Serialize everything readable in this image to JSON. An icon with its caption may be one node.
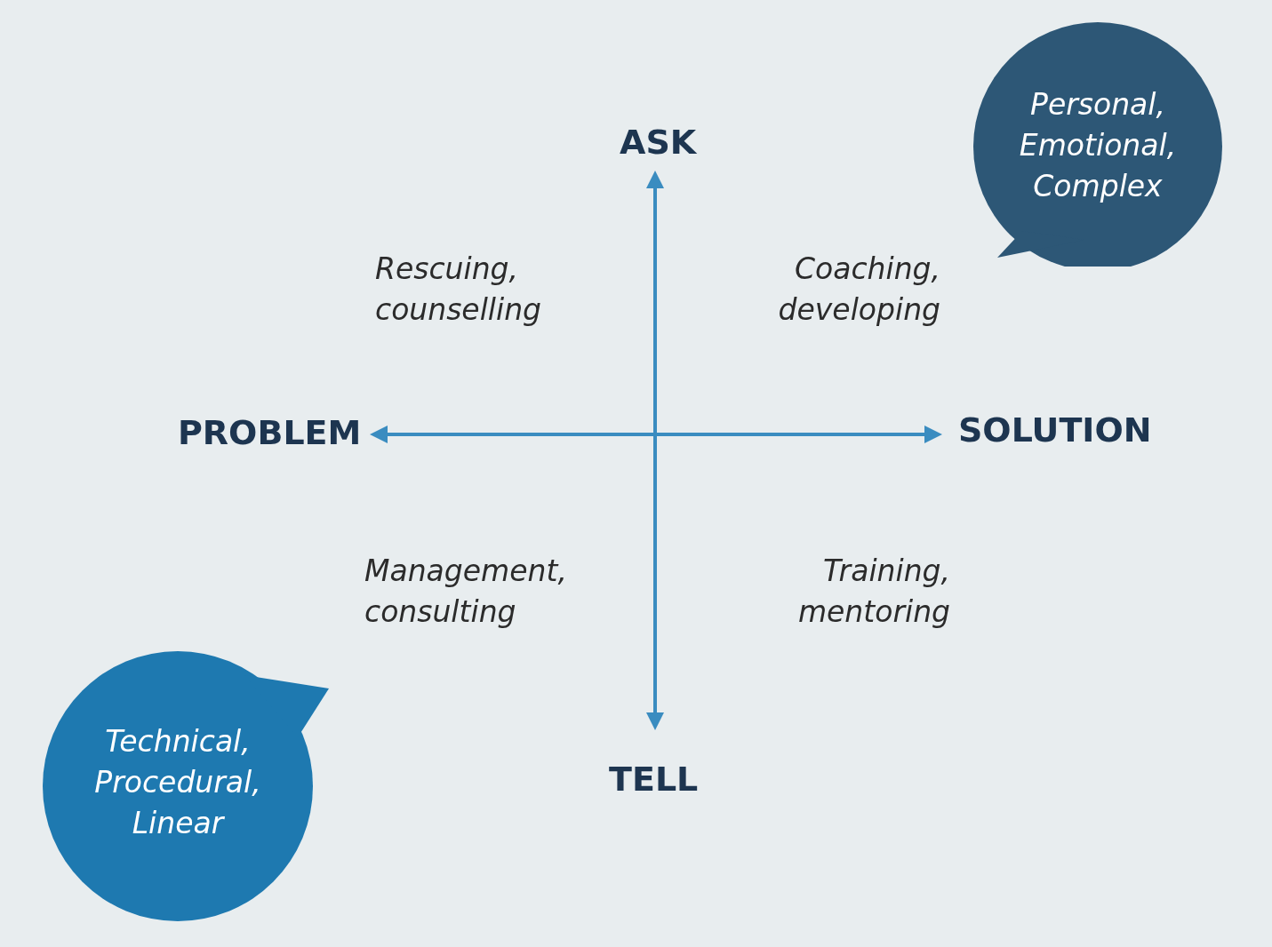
{
  "diagram": {
    "nodes": [
      {
        "text": [
          "Personal, Emotional, Complex"
        ]
      },
      {
        "text": [
          "Technical, Procedural, Linear"
        ]
      }
    ],
    "labels": [
      "ASK",
      "Rescuing, counselling",
      "Coaching, developing",
      "PROBLEM",
      "SOLUTION",
      "Management, consulting",
      "Training, mentoring",
      "TELL"
    ]
  }
}
